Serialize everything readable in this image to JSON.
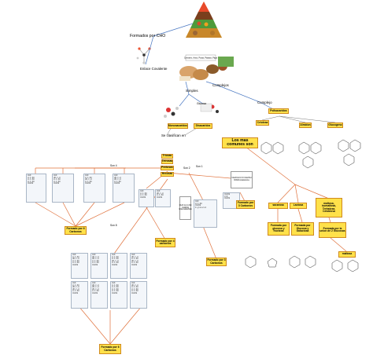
{
  "colors": {
    "orange_line": "#e0703a",
    "blue_line": "#4a78c2",
    "box_fill": "#ffe14a",
    "box_border": "#d08a1c"
  },
  "pyramid": {
    "icon": "food-pyramid-icon",
    "caption": "Cereales, Arroz, Pasta, Patatas, Papa"
  },
  "nodes": {
    "formados": "Formados por CHO",
    "enlace": "Enlace Covalente",
    "simples": "Simples",
    "complejos": "Complejos",
    "complejo": "Complejo",
    "glucosa": "Glucosa",
    "monosacaridos": "Monosacaridos",
    "disacaridos": "Disacaridos",
    "polisacaridos": "Polisacaridos",
    "se_clasifican": "Se clasifican en",
    "celulosa": "Celulosa",
    "almidon": "Almidon",
    "glucogeno": "Glucogeno",
    "los_mas_comunes": "Los mas comunes son",
    "triosas": "Triosas",
    "tetrosas": "Tetrosas",
    "pentosas": "Pentosas",
    "hexosas": "Hexosas",
    "son_4": "Son 4",
    "son_2": "Son 2",
    "son_1": "Son 1",
    "son_8": "Son 8",
    "formado_6": "Formado por 6 Carbonos",
    "formado_4": "Formado por 4 carbonos",
    "formado_3": "Formado por 3 Carbonos",
    "formado_3b": "Formado por 3 Carbonos",
    "formado_6b": "Formado por 6 Carbonos",
    "sacarosa": "sacarosa",
    "lactosa": "Lactosa",
    "maltosa_group": "maltosa, isomaltosa, Trehalosa, Celobiosa",
    "formada_glucosa_fructosa": "Formada por glucosa y fructosa",
    "formada_glucosa_galactosa": "Formada por Glucosa y Galactosa",
    "formada_union_2": "Formada por la union de 2 Glucosas",
    "maltosa": "maltosa",
    "d_glyceraldehyde": "CHO H-C-OH CH2OH Gliceraldehido",
    "dihidroxiacetona": "CH2OH C=O CH2OH Dihidroxiacetona"
  }
}
